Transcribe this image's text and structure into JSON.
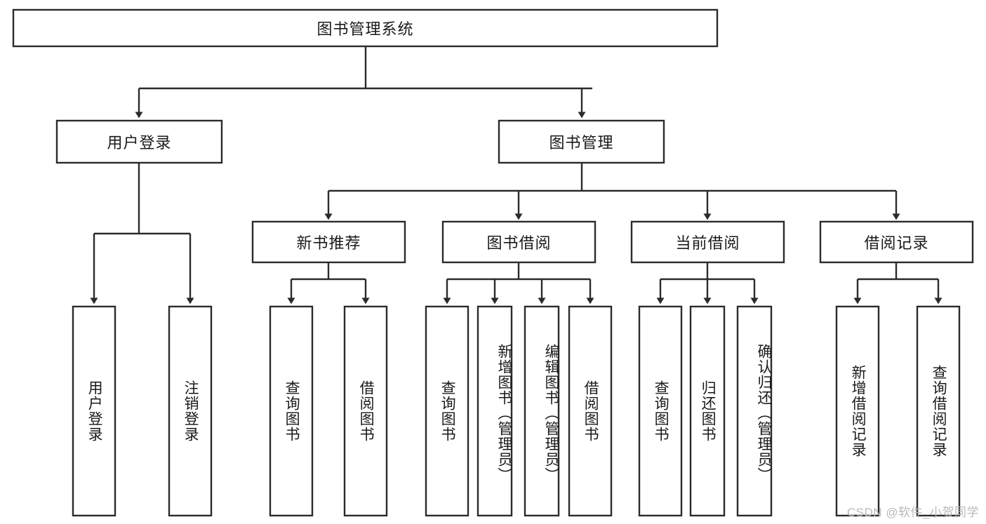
{
  "diagram": {
    "type": "tree",
    "title": "图书管理系统",
    "watermark": "CSDN @软件_小贺同学",
    "colors": {
      "background": "#ffffff",
      "box_fill": "#ffffff",
      "box_stroke": "#2b2b2b",
      "text": "#1a1a1a",
      "watermark": "#b9b9b9"
    },
    "nodes": {
      "root": {
        "label": "图书管理系统",
        "orientation": "horizontal",
        "level": 0
      },
      "l1": [
        {
          "id": "user-login",
          "label": "用户登录",
          "orientation": "horizontal",
          "level": 1
        },
        {
          "id": "book-manage",
          "label": "图书管理",
          "orientation": "horizontal",
          "level": 1
        }
      ],
      "l2": [
        {
          "id": "new-book-rec",
          "label": "新书推荐",
          "orientation": "horizontal",
          "level": 2,
          "parent": "book-manage"
        },
        {
          "id": "book-borrow",
          "label": "图书借阅",
          "orientation": "horizontal",
          "level": 2,
          "parent": "book-manage"
        },
        {
          "id": "current-borrow",
          "label": "当前借阅",
          "orientation": "horizontal",
          "level": 2,
          "parent": "book-manage"
        },
        {
          "id": "borrow-record",
          "label": "借阅记录",
          "orientation": "horizontal",
          "level": 2,
          "parent": "book-manage"
        }
      ],
      "leaves": [
        {
          "id": "leaf-user-login",
          "label": "用户登录",
          "orientation": "vertical",
          "parent": "user-login"
        },
        {
          "id": "leaf-user-logout",
          "label": "注销登录",
          "orientation": "vertical",
          "parent": "user-login"
        },
        {
          "id": "leaf-rec-query",
          "label": "查询图书",
          "orientation": "vertical",
          "parent": "new-book-rec"
        },
        {
          "id": "leaf-rec-borrow",
          "label": "借阅图书",
          "orientation": "vertical",
          "parent": "new-book-rec"
        },
        {
          "id": "leaf-borrow-query",
          "label": "查询图书",
          "orientation": "vertical",
          "parent": "book-borrow"
        },
        {
          "id": "leaf-borrow-add",
          "label": "新增图书（管理员）",
          "orientation": "vertical",
          "parent": "book-borrow"
        },
        {
          "id": "leaf-borrow-edit",
          "label": "编辑图书（管理员）",
          "orientation": "vertical",
          "parent": "book-borrow"
        },
        {
          "id": "leaf-borrow-do",
          "label": "借阅图书",
          "orientation": "vertical",
          "parent": "book-borrow"
        },
        {
          "id": "leaf-cur-query",
          "label": "查询图书",
          "orientation": "vertical",
          "parent": "current-borrow"
        },
        {
          "id": "leaf-cur-return",
          "label": "归还图书",
          "orientation": "vertical",
          "parent": "current-borrow"
        },
        {
          "id": "leaf-cur-confirm",
          "label": "确认归还（管理员）",
          "orientation": "vertical",
          "parent": "current-borrow"
        },
        {
          "id": "leaf-rec-add",
          "label": "新增借阅记录",
          "orientation": "vertical",
          "parent": "borrow-record"
        },
        {
          "id": "leaf-rec-search",
          "label": "查询借阅记录",
          "orientation": "vertical",
          "parent": "borrow-record"
        }
      ]
    }
  }
}
